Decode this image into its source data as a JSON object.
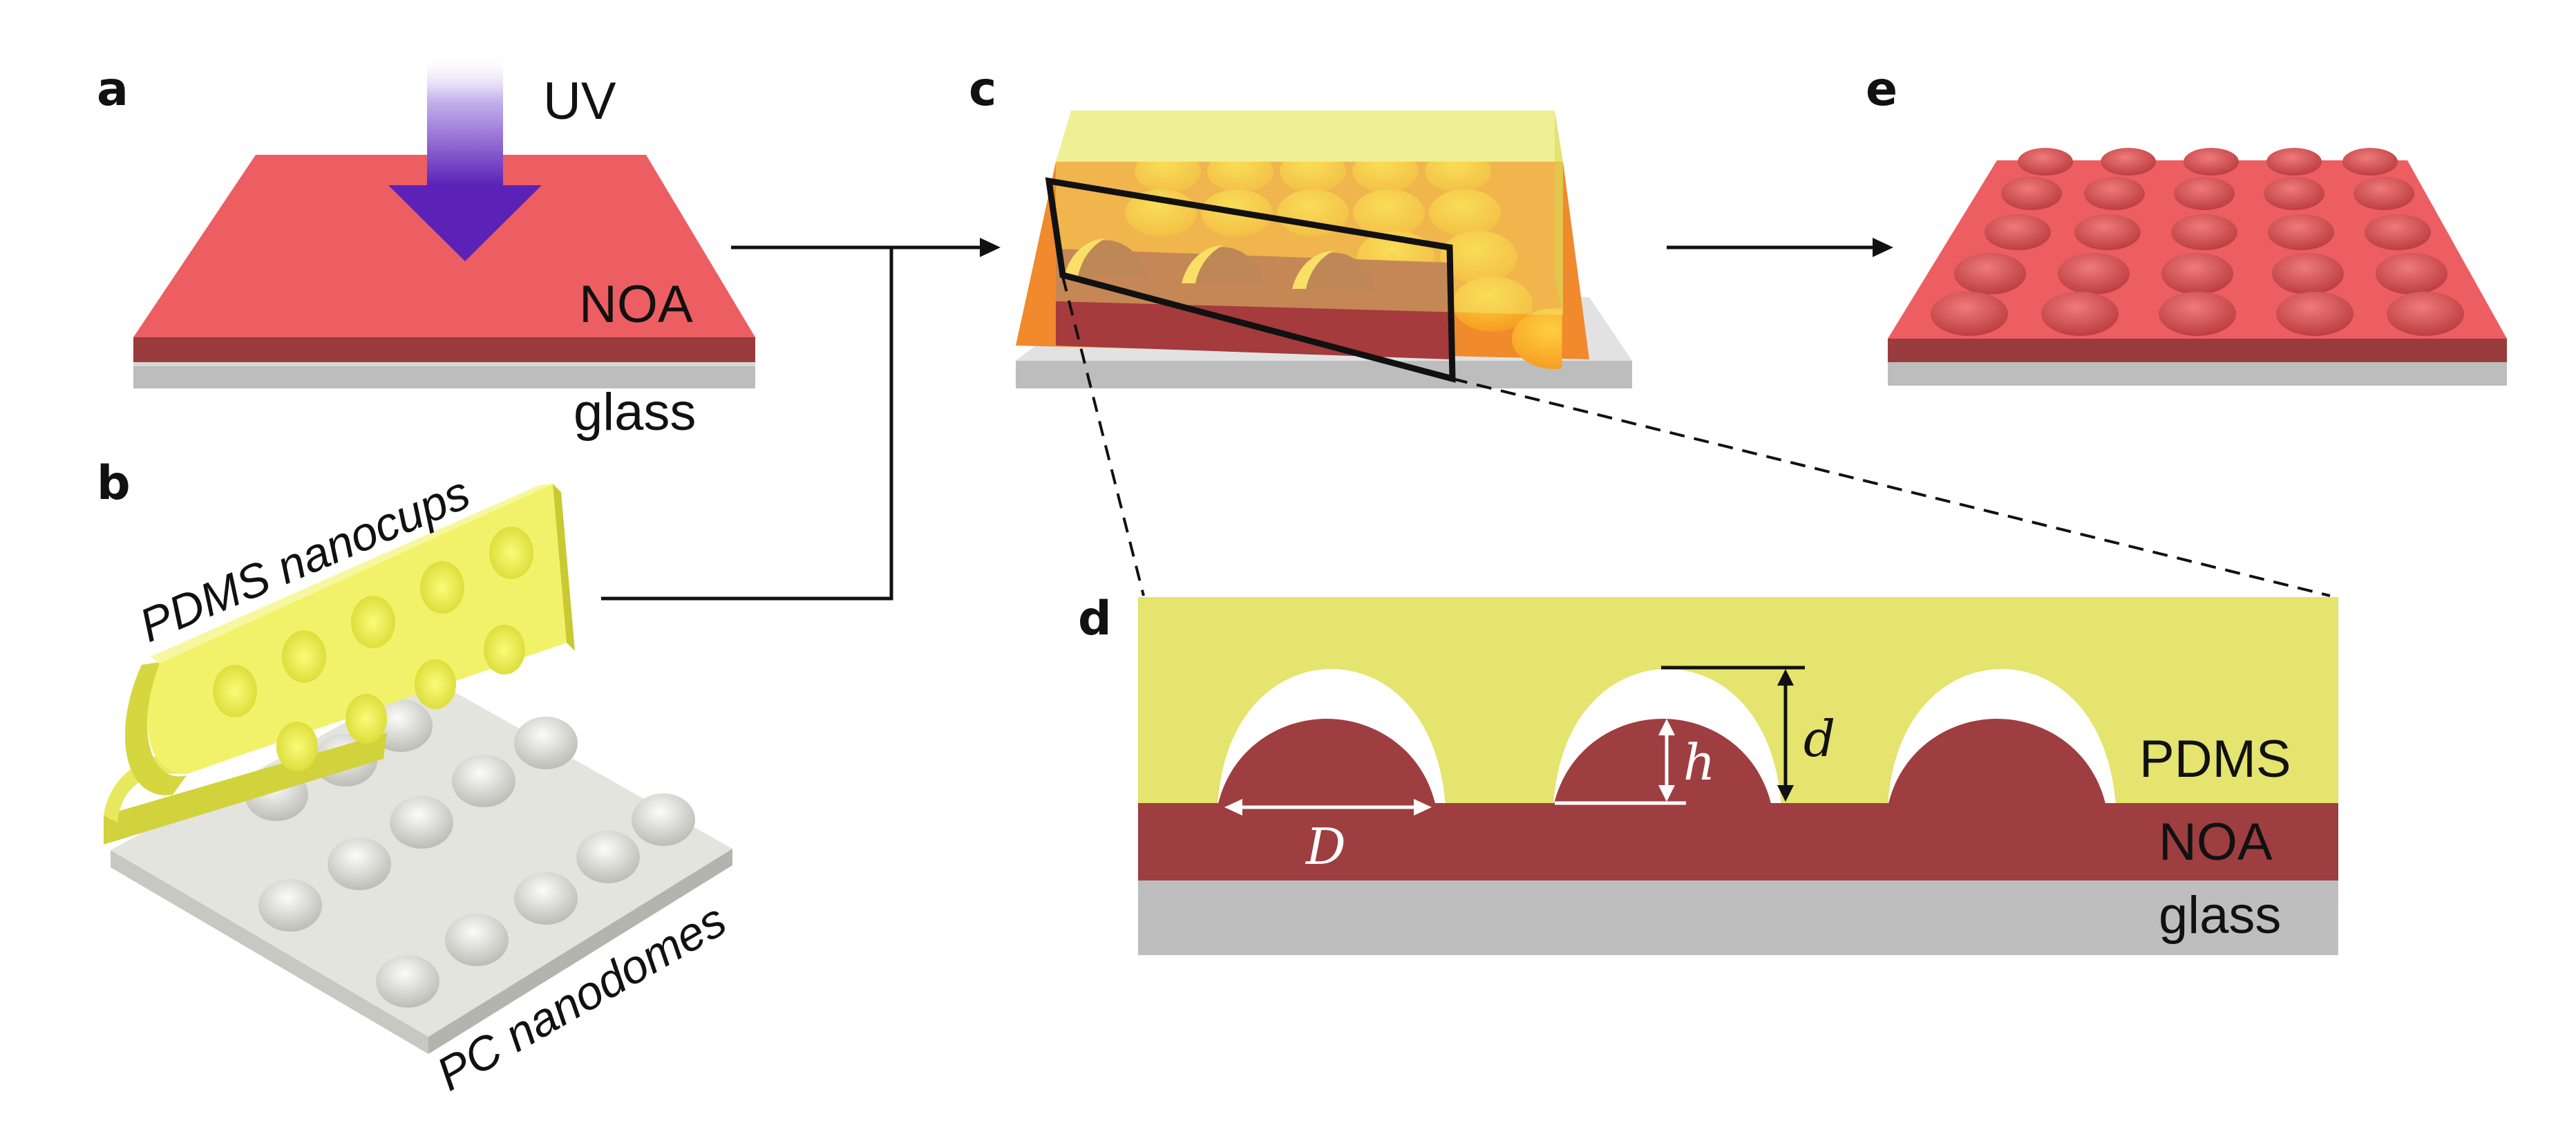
{
  "panels": {
    "a": "a",
    "b": "b",
    "c": "c",
    "d": "d",
    "e": "e"
  },
  "labels": {
    "uv": "UV",
    "noa_a": "NOA",
    "glass_a": "glass",
    "pdms_nanocups": "PDMS nanocups",
    "pc_nanodomes": "PC nanodomes",
    "pdms_d": "PDMS",
    "noa_d": "NOA",
    "glass_d": "glass"
  },
  "dimensions": {
    "diameter": "D",
    "height": "h",
    "depth": "d"
  },
  "colors": {
    "noa_top": "#e8565a",
    "noa_side": "#9a3b3d",
    "glass": "#c4c4c4",
    "pdms": "#e6e66e",
    "pc": "#e6e6e0",
    "uv_arrow": "#6a2fc0"
  }
}
